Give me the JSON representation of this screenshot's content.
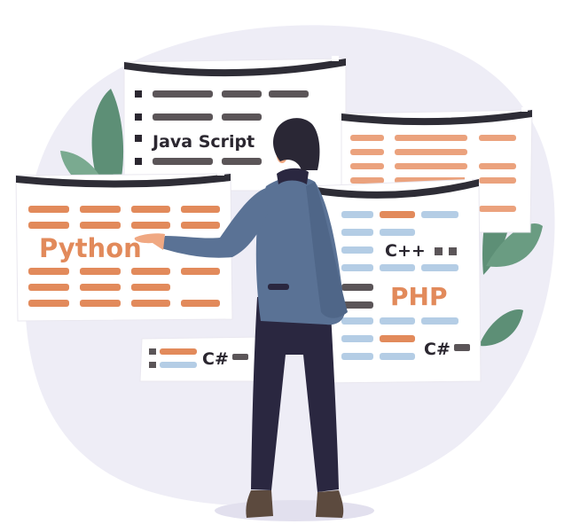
{
  "languages": {
    "javascript": "Java Script",
    "python": "Python",
    "cpp": "C++",
    "php": "PHP",
    "csharp_bottom": "C#",
    "csharp_right": "C#"
  },
  "colors": {
    "blob": "#eeedf6",
    "panel": "#ffffff",
    "panel_border": "#e9e7ef",
    "panel_bar": "#2e2d36",
    "orange": "#e28a5b",
    "orange_light": "#eba27d",
    "dark_chip": "#5b5558",
    "blue_chip": "#b4cde5",
    "leaf": "#5d8f76",
    "leaf_light": "#7aaa90",
    "shirt": "#5a7295",
    "pants": "#2a2740",
    "hair": "#2a2735",
    "skin": "#f0a882",
    "shoe": "#5c4a3e",
    "text_dark": "#2b2730"
  }
}
